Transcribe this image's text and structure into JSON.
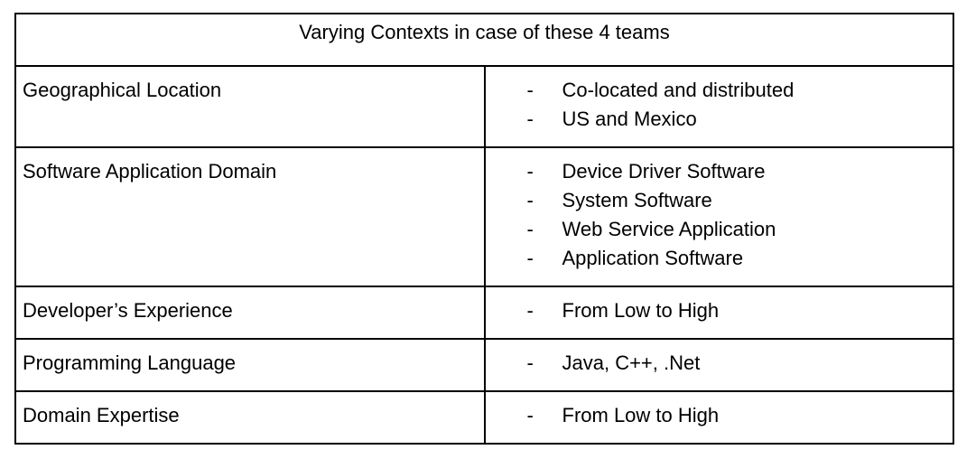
{
  "table": {
    "title": "Varying Contexts in case of these 4 teams",
    "bullet_marker": "-",
    "rows": [
      {
        "label": "Geographical Location",
        "items": [
          "Co-located and distributed",
          "US and Mexico"
        ]
      },
      {
        "label": "Software Application Domain",
        "items": [
          "Device Driver Software",
          "System Software",
          "Web Service Application",
          "Application Software"
        ]
      },
      {
        "label": "Developer’s Experience",
        "items": [
          "From Low to High"
        ]
      },
      {
        "label": "Programming Language",
        "items": [
          "Java, C++, .Net"
        ]
      },
      {
        "label": "Domain Expertise",
        "items": [
          "From Low to High"
        ]
      }
    ],
    "colors": {
      "border": "#000000",
      "text": "#000000",
      "background": "#ffffff"
    }
  }
}
